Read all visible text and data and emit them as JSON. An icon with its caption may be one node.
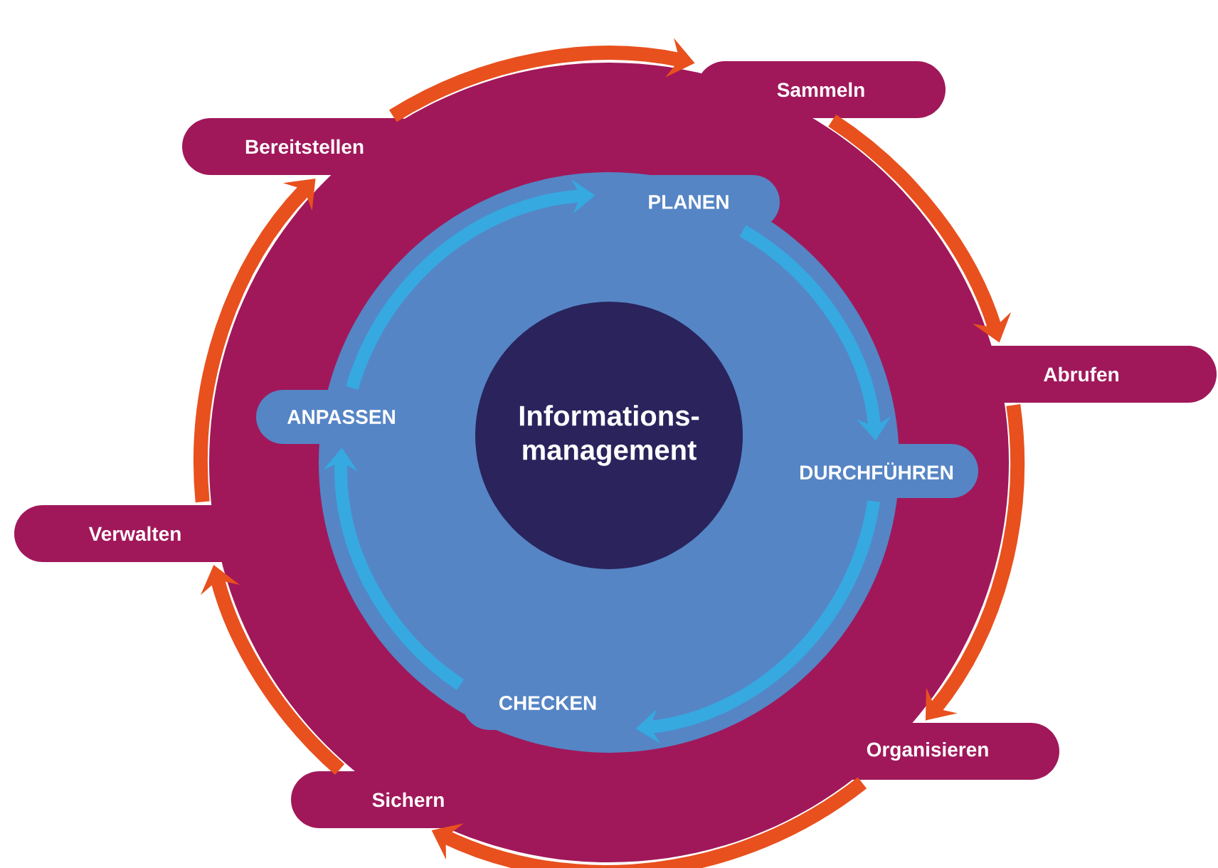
{
  "diagram": {
    "nodes": [
      {
        "text": [
          "Sammeln"
        ]
      },
      {
        "text": [
          "Bereitstellen"
        ]
      },
      {
        "text": [
          "PLANEN"
        ]
      },
      {
        "text": [
          "Abrufen"
        ]
      },
      {
        "text": [
          "ANPASSEN"
        ]
      },
      {
        "text": [
          "Informations- management"
        ]
      },
      {
        "text": [
          "DURCHFÜHREN"
        ]
      },
      {
        "text": [
          "Verwalten"
        ]
      },
      {
        "text": [
          "CHECKEN"
        ]
      },
      {
        "text": [
          "Organisieren"
        ]
      },
      {
        "text": [
          "Sichern"
        ]
      }
    ],
    "edges": [
      {
        "from": 0,
        "to": 3,
        "arrow": "to"
      },
      {
        "from": 3,
        "to": 9,
        "arrow": "to"
      },
      {
        "from": 9,
        "to": 10,
        "arrow": "to"
      },
      {
        "from": 10,
        "to": 7,
        "arrow": "to"
      },
      {
        "from": 7,
        "to": 1,
        "arrow": "to"
      },
      {
        "from": 1,
        "to": 0,
        "arrow": "to"
      },
      {
        "from": 2,
        "to": 6,
        "arrow": "to",
        "color": "#36a9e1"
      },
      {
        "from": 6,
        "to": 8,
        "arrow": "to",
        "color": "#36a9e1"
      },
      {
        "from": 8,
        "to": 4,
        "arrow": "to",
        "color": "#36a9e1"
      },
      {
        "from": 4,
        "to": 2,
        "arrow": "to",
        "color": "#36a9e1"
      }
    ]
  }
}
